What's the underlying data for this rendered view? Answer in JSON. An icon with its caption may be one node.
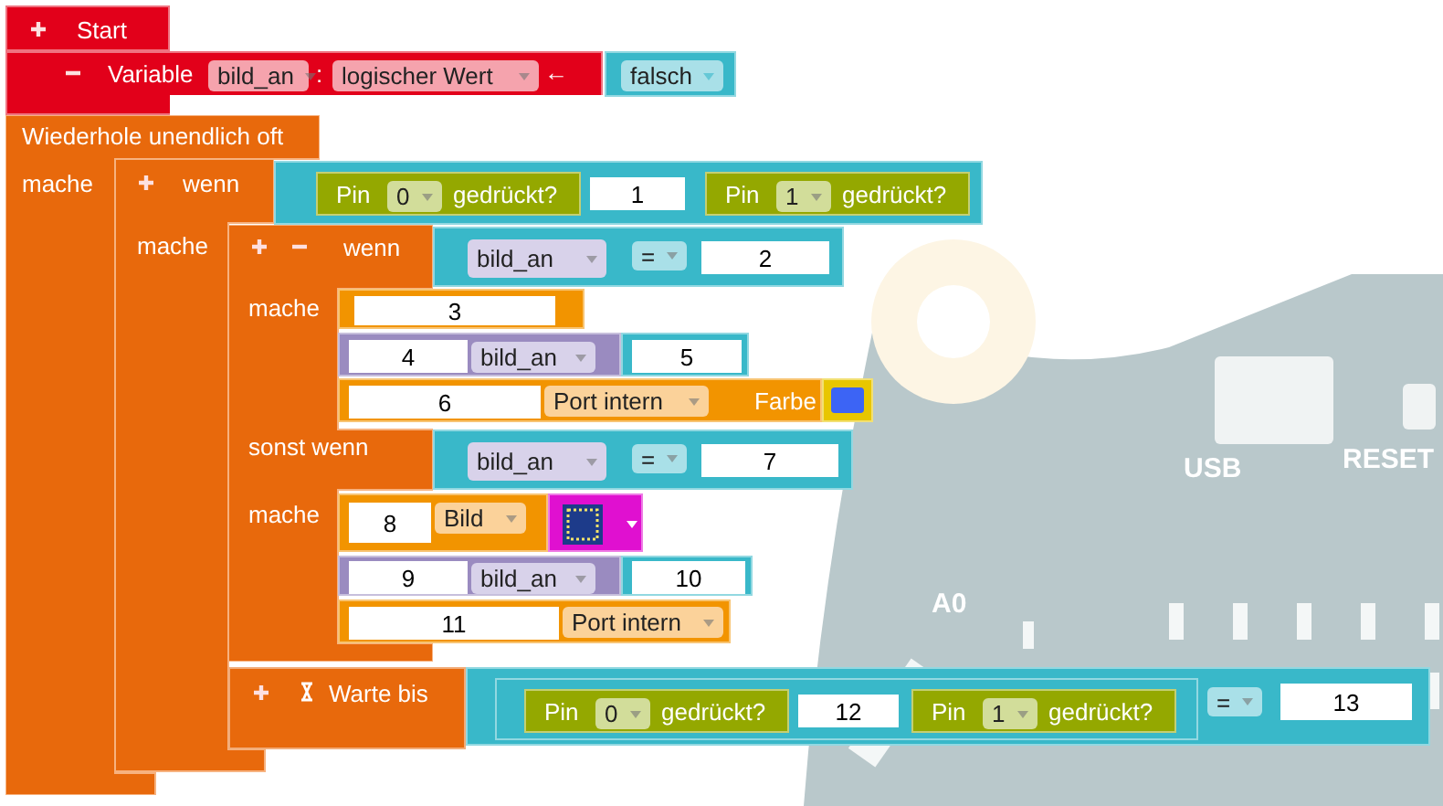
{
  "diagram": {
    "nodes": [
      {
        "text": [
          "Start"
        ]
      },
      {
        "text": [
          "Variable",
          ":",
          "←"
        ]
      },
      {
        "text": [
          "bild_an"
        ],
        "in": 1
      },
      {
        "text": [
          "logischer Wert"
        ],
        "in": 1
      },
      {
        "text": [
          "falsch"
        ]
      },
      {
        "text": [
          "Wiederhole unendlich oft",
          "mache"
        ]
      },
      {
        "text": [
          "wenn",
          "mache"
        ],
        "in": 5
      },
      {
        "text": [],
        "shape": "box"
      },
      {
        "text": [
          "Pin",
          "gedrückt?"
        ],
        "in": 7
      },
      {
        "text": [
          "0"
        ],
        "in": 8
      },
      {
        "text": [
          "1"
        ],
        "in": 7
      },
      {
        "text": [
          "Pin",
          "gedrückt?"
        ],
        "in": 7
      },
      {
        "text": [
          "1"
        ],
        "in": 11
      },
      {
        "text": [
          "wenn",
          "mache",
          "sonst wenn",
          "mache"
        ]
      },
      {
        "text": [],
        "shape": "box"
      },
      {
        "text": [
          "bild_an"
        ],
        "in": 14
      },
      {
        "text": [
          "="
        ],
        "in": 14
      },
      {
        "text": [
          "2"
        ],
        "in": 14
      },
      {
        "text": [],
        "shape": "box"
      },
      {
        "text": [
          "3"
        ],
        "in": 18
      },
      {
        "text": [],
        "shape": "box"
      },
      {
        "text": [
          "4"
        ],
        "in": 20
      },
      {
        "text": [
          "bild_an"
        ],
        "in": 20
      },
      {
        "text": [],
        "shape": "box"
      },
      {
        "text": [
          "5"
        ],
        "in": 23
      },
      {
        "text": [
          "Farbe"
        ]
      },
      {
        "text": [
          "6"
        ],
        "in": 25
      },
      {
        "text": [
          "Port intern"
        ],
        "in": 25
      },
      {
        "text": [],
        "shape": "box"
      },
      {
        "text": [],
        "shape": "box"
      },
      {
        "text": [
          "bild_an"
        ],
        "in": 29
      },
      {
        "text": [
          "="
        ],
        "in": 29
      },
      {
        "text": [
          "7"
        ],
        "in": 29
      },
      {
        "text": [],
        "shape": "box"
      },
      {
        "text": [
          "8"
        ],
        "in": 33
      },
      {
        "text": [
          "Bild"
        ],
        "in": 33
      },
      {
        "text": [],
        "shape": "picture"
      },
      {
        "text": [],
        "shape": "box"
      },
      {
        "text": [
          "9"
        ],
        "in": 37
      },
      {
        "text": [
          "bild_an"
        ],
        "in": 37
      },
      {
        "text": [],
        "shape": "box"
      },
      {
        "text": [
          "10"
        ],
        "in": 40
      },
      {
        "text": [],
        "shape": "box"
      },
      {
        "text": [
          "11"
        ],
        "in": 42
      },
      {
        "text": [
          "Port intern"
        ],
        "in": 42
      },
      {
        "text": [
          "Warte bis"
        ]
      },
      {
        "text": [],
        "shape": "box"
      },
      {
        "text": [],
        "shape": "box",
        "in": 46
      },
      {
        "text": [
          "Pin",
          "gedrückt?"
        ],
        "in": 47
      },
      {
        "text": [
          "0"
        ],
        "in": 48
      },
      {
        "text": [
          "12"
        ],
        "in": 47
      },
      {
        "text": [
          "Pin",
          "gedrückt?"
        ],
        "in": 47
      },
      {
        "text": [
          "1"
        ],
        "in": 51
      },
      {
        "text": [
          "="
        ],
        "in": 46
      },
      {
        "text": [
          "13"
        ],
        "in": 46
      }
    ],
    "labels": [
      "USB",
      "RESET",
      "A0"
    ]
  }
}
